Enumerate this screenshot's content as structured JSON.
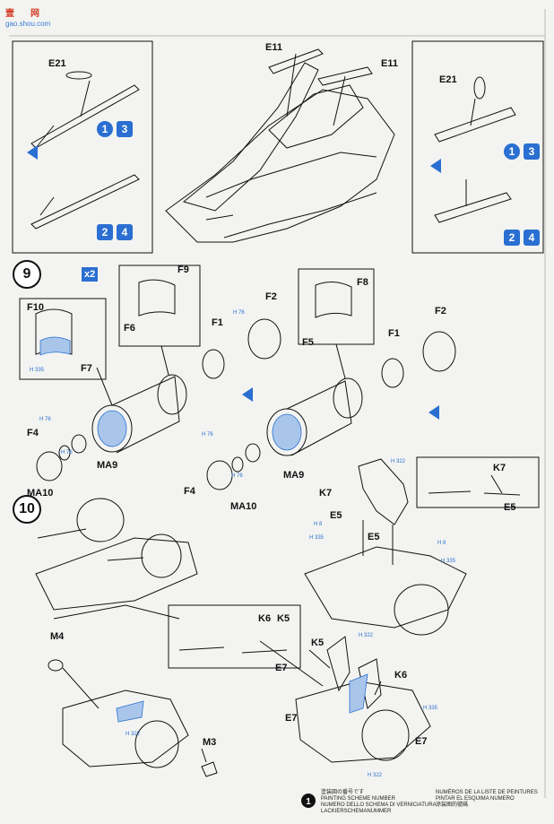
{
  "watermark": {
    "text1": "壹",
    "text2": "网",
    "url": "gao.shou.com"
  },
  "steps": {
    "step9": "9",
    "step10": "10"
  },
  "multiplier": "x2",
  "color_badges": [
    "1",
    "3",
    "2",
    "4"
  ],
  "parts": {
    "E21": "E21",
    "E11": "E11",
    "F9": "F9",
    "F10": "F10",
    "F7": "F7",
    "F6": "F6",
    "F8": "F8",
    "F5": "F5",
    "F2": "F2",
    "F1": "F1",
    "F4": "F4",
    "MA9": "MA9",
    "MA10": "MA10",
    "K7": "K7",
    "E5": "E5",
    "M4": "M4",
    "M3": "M3",
    "K6": "K6",
    "K5": "K5",
    "E7": "E7"
  },
  "paint_codes": {
    "h1": "H 76",
    "h2": "H 335",
    "h3": "H 8",
    "h4": "H 322",
    "h5": "H 335"
  },
  "legend": {
    "jp": "塗装図の番号です",
    "en": "PAINTING SCHEME NUMBER",
    "it": "NUMERO DELLO SCHEMA DI VERNICIATURA",
    "de": "LACKIERSCHEMANUMMER",
    "fr": "NUMÉROS DE LA LISTE DE PEINTURES",
    "es": "PINTAR EL ESQUIMA NUMERO",
    "cn": "涂装图的號碼",
    "symbol": "1"
  },
  "colors": {
    "accent": "#2a6fd1",
    "line": "#111111",
    "bg": "#f3f4f1"
  }
}
